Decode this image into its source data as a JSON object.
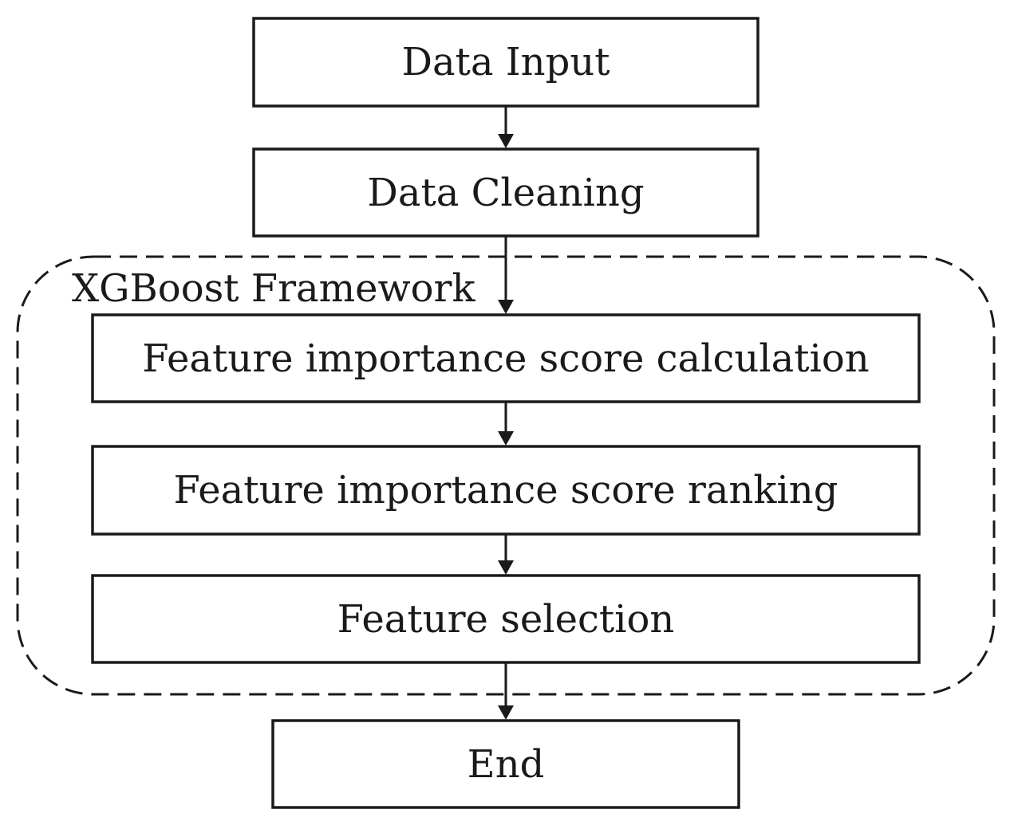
{
  "diagram": {
    "group": {
      "label": "XGBoost Framework"
    },
    "nodes": [
      {
        "id": "data-input",
        "label": "Data Input"
      },
      {
        "id": "data-cleaning",
        "label": "Data Cleaning"
      },
      {
        "id": "feature-importance-calculation",
        "label": "Feature importance score calculation"
      },
      {
        "id": "feature-importance-ranking",
        "label": "Feature importance score ranking"
      },
      {
        "id": "feature-selection",
        "label": "Feature selection"
      },
      {
        "id": "end",
        "label": "End"
      }
    ],
    "edges": [
      {
        "from": "data-input",
        "to": "data-cleaning"
      },
      {
        "from": "data-cleaning",
        "to": "feature-importance-calculation"
      },
      {
        "from": "feature-importance-calculation",
        "to": "feature-importance-ranking"
      },
      {
        "from": "feature-importance-ranking",
        "to": "feature-selection"
      },
      {
        "from": "feature-selection",
        "to": "end"
      }
    ]
  }
}
